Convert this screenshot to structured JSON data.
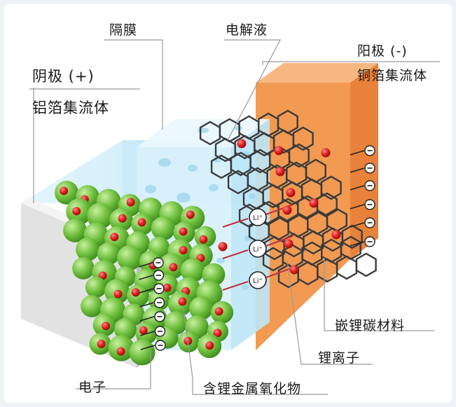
{
  "labels": {
    "separator": "隔膜",
    "electrolyte": "电解液",
    "cathode_title": "阴极 (+)",
    "cathode_collector": "铝箔集流体",
    "anode_title": "阳极 (-)",
    "anode_collector": "铜箔集流体",
    "intercalation_material": "嵌锂碳材料",
    "lithium_ion": "锂离子",
    "electron": "电子",
    "metal_oxide": "含锂金属氧化物"
  },
  "symbols": {
    "ion": "Li⁺",
    "electron": "⊖"
  },
  "colors": {
    "aluminum_foil": "#dcdcdc",
    "copper_foil": "#f0954a",
    "electrolyte": "#bfe6f7",
    "separator": "#d6f1fb",
    "metal_oxide_sphere": "#7cc84a",
    "lithium_atom": "#e02b2b",
    "graphite": "#3a3a3a",
    "anode_fluid": "#4aa7e6"
  }
}
